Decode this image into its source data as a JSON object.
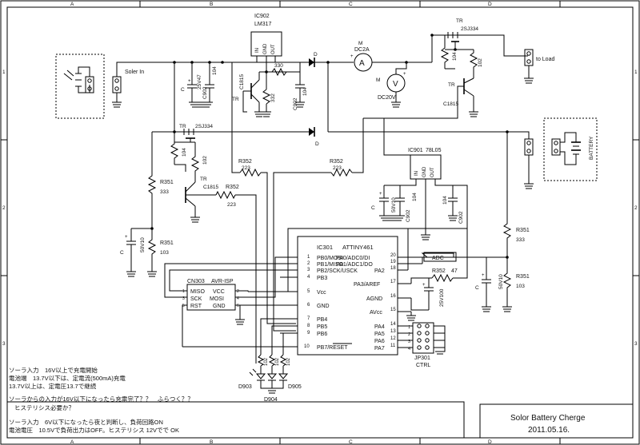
{
  "frame": {
    "cols": [
      "A",
      "B",
      "C",
      "D"
    ],
    "rows": [
      "1",
      "2",
      "3"
    ]
  },
  "title_block": {
    "title": "Solor Battery Cherge",
    "date": "2011.05.16."
  },
  "labels": {
    "solar_in": "Soler In",
    "to_load": "to Load",
    "battery": "BATTERY",
    "ic902_ref": "IC902",
    "ic902_part": "LM317",
    "ic902_pins": [
      "IN",
      "GND",
      "OUT"
    ],
    "ic901_ref": "IC901",
    "ic901_part": "78L05",
    "ic901_pins": [
      "IN",
      "GND",
      "OUT"
    ],
    "ic301_ref": "IC301",
    "ic301_part": "ATTINY461",
    "cn303_ref": "CN303",
    "cn303_part": "AVR-ISP",
    "cn303_pins": [
      "MISO",
      "VCC",
      "SCK",
      "MOSI",
      "RST",
      "GND"
    ],
    "jp301_ref": "JP301",
    "jp301_part": "CTRL",
    "tr": "TR",
    "tr_2sj334": "2SJ334",
    "tr_c1815": "C1815",
    "m": "M",
    "meter_a": "DC2A",
    "meter_v": "DC20V",
    "meter_a_sym": "A",
    "meter_v_sym": "V",
    "diode": "D",
    "c": "C",
    "adc": "ADC",
    "r351": "R351",
    "r352": "R352",
    "v333": "333",
    "v103": "103",
    "v223": "223",
    "v332": "332",
    "v330": "330",
    "v104": "104",
    "v102": "102",
    "v47": "47",
    "c902": "C902",
    "cap_25v47": "25V47",
    "cap_50v10": "50V10",
    "cap_25v100": "25V100",
    "d903": "D903",
    "d904": "D904",
    "d905": "D905",
    "plus": "+",
    "minus": "-"
  },
  "ic301_left_pins": [
    {
      "num": "1",
      "name": "PB0/MOSI"
    },
    {
      "num": "2",
      "name": "PB1/MISO"
    },
    {
      "num": "3",
      "name": "PB2/SCK/USCK"
    },
    {
      "num": "4",
      "name": "PB3"
    },
    {
      "num": "5",
      "name": "Vcc"
    },
    {
      "num": "6",
      "name": "GND"
    },
    {
      "num": "7",
      "name": "PB4"
    },
    {
      "num": "8",
      "name": "PB5"
    },
    {
      "num": "9",
      "name": "PB6"
    },
    {
      "num": "10",
      "name": "PB7/RESET"
    }
  ],
  "ic301_right_pins": [
    {
      "num": "20",
      "name": "PA0/ADC0/DI"
    },
    {
      "num": "19",
      "name": "PA1/ADC1/DO"
    },
    {
      "num": "18",
      "name": "PA2"
    },
    {
      "num": "17",
      "name": "PA3/AREF"
    },
    {
      "num": "16",
      "name": "AGND"
    },
    {
      "num": "15",
      "name": "AVcc"
    },
    {
      "num": "14",
      "name": "PA4"
    },
    {
      "num": "13",
      "name": "PA5"
    },
    {
      "num": "12",
      "name": "PA6"
    },
    {
      "num": "11",
      "name": "PA7"
    }
  ],
  "jp301_pins": [
    "1",
    "2",
    "3",
    "4"
  ],
  "cn303_nums": [
    "1",
    "2",
    "3",
    "4",
    "5",
    "6"
  ],
  "notes": [
    "ソーラ入力　16V以上で充電開始",
    "電池端　13.7V以下は、定電流(500mA)充電",
    "13.7V以上は、定電圧13.7で継続",
    "ソーラからの入力が16V以下になったら充電完了？？　ふらつく？？",
    "ヒステリシス必要か？",
    "ソーラ入力　6V以下になったら夜と判断し、負荷回路ON",
    "電池電圧　10.5Vで負荷出力はOFF。ヒステリシス 12Vでで OK"
  ],
  "colors": {
    "line": "#000000",
    "background": "#ffffff"
  }
}
